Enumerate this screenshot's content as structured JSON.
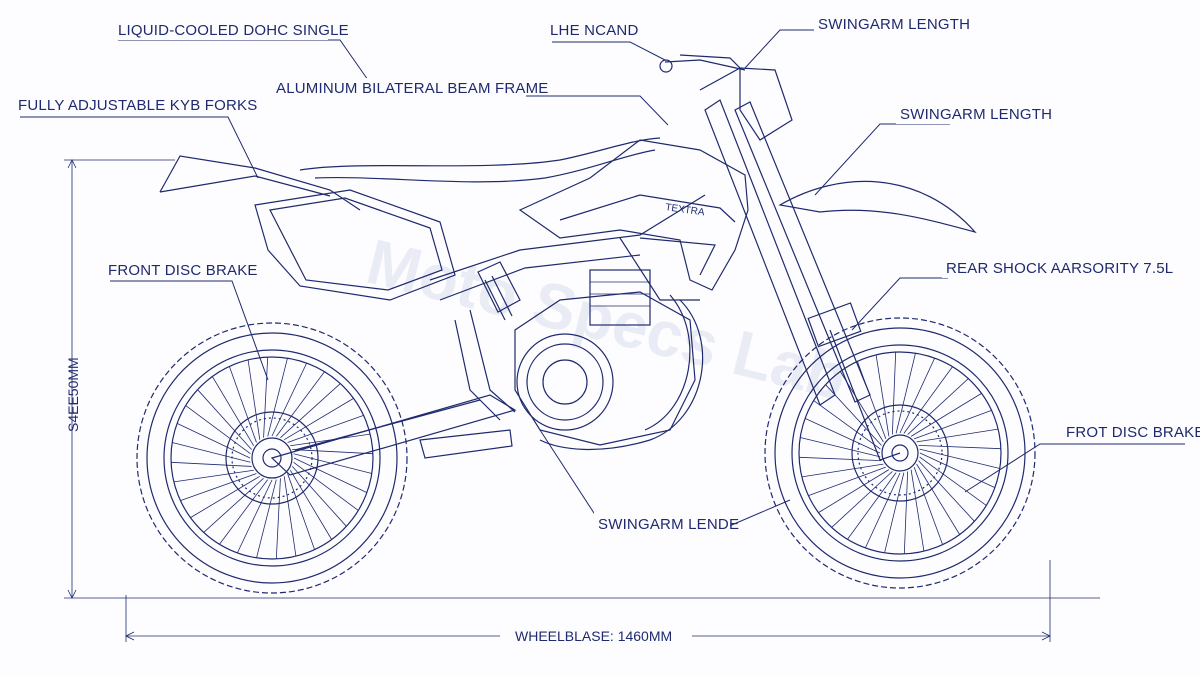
{
  "callouts": {
    "engine": "LIQUID-COOLED DOHC SINGLE",
    "frame": "ALUMINUM BILATERAL BEAM FRAME",
    "forks": "FULLY ADJUSTABLE KYB FORKS",
    "front_brake_left": "FRONT DISC BRAKE",
    "handlebar": "LHE NCAND",
    "swingarm_top": "SWINGARM LENGTH",
    "swingarm_mid": "SWINGARM LENGTH",
    "rear_shock": "REAR SHOCK AARSORITY 7.5L",
    "front_brake_right": "FROT DISC BRAKE",
    "swingarm_low": "SWINGARM LENDE"
  },
  "dimensions": {
    "height": "S4EE50MM",
    "wheelbase": "WHEELBLASE: 1460MM"
  },
  "watermark": "Moto Specs Lab",
  "colors": {
    "ink": "#1f2a6e",
    "paper": "#fdfdff"
  }
}
